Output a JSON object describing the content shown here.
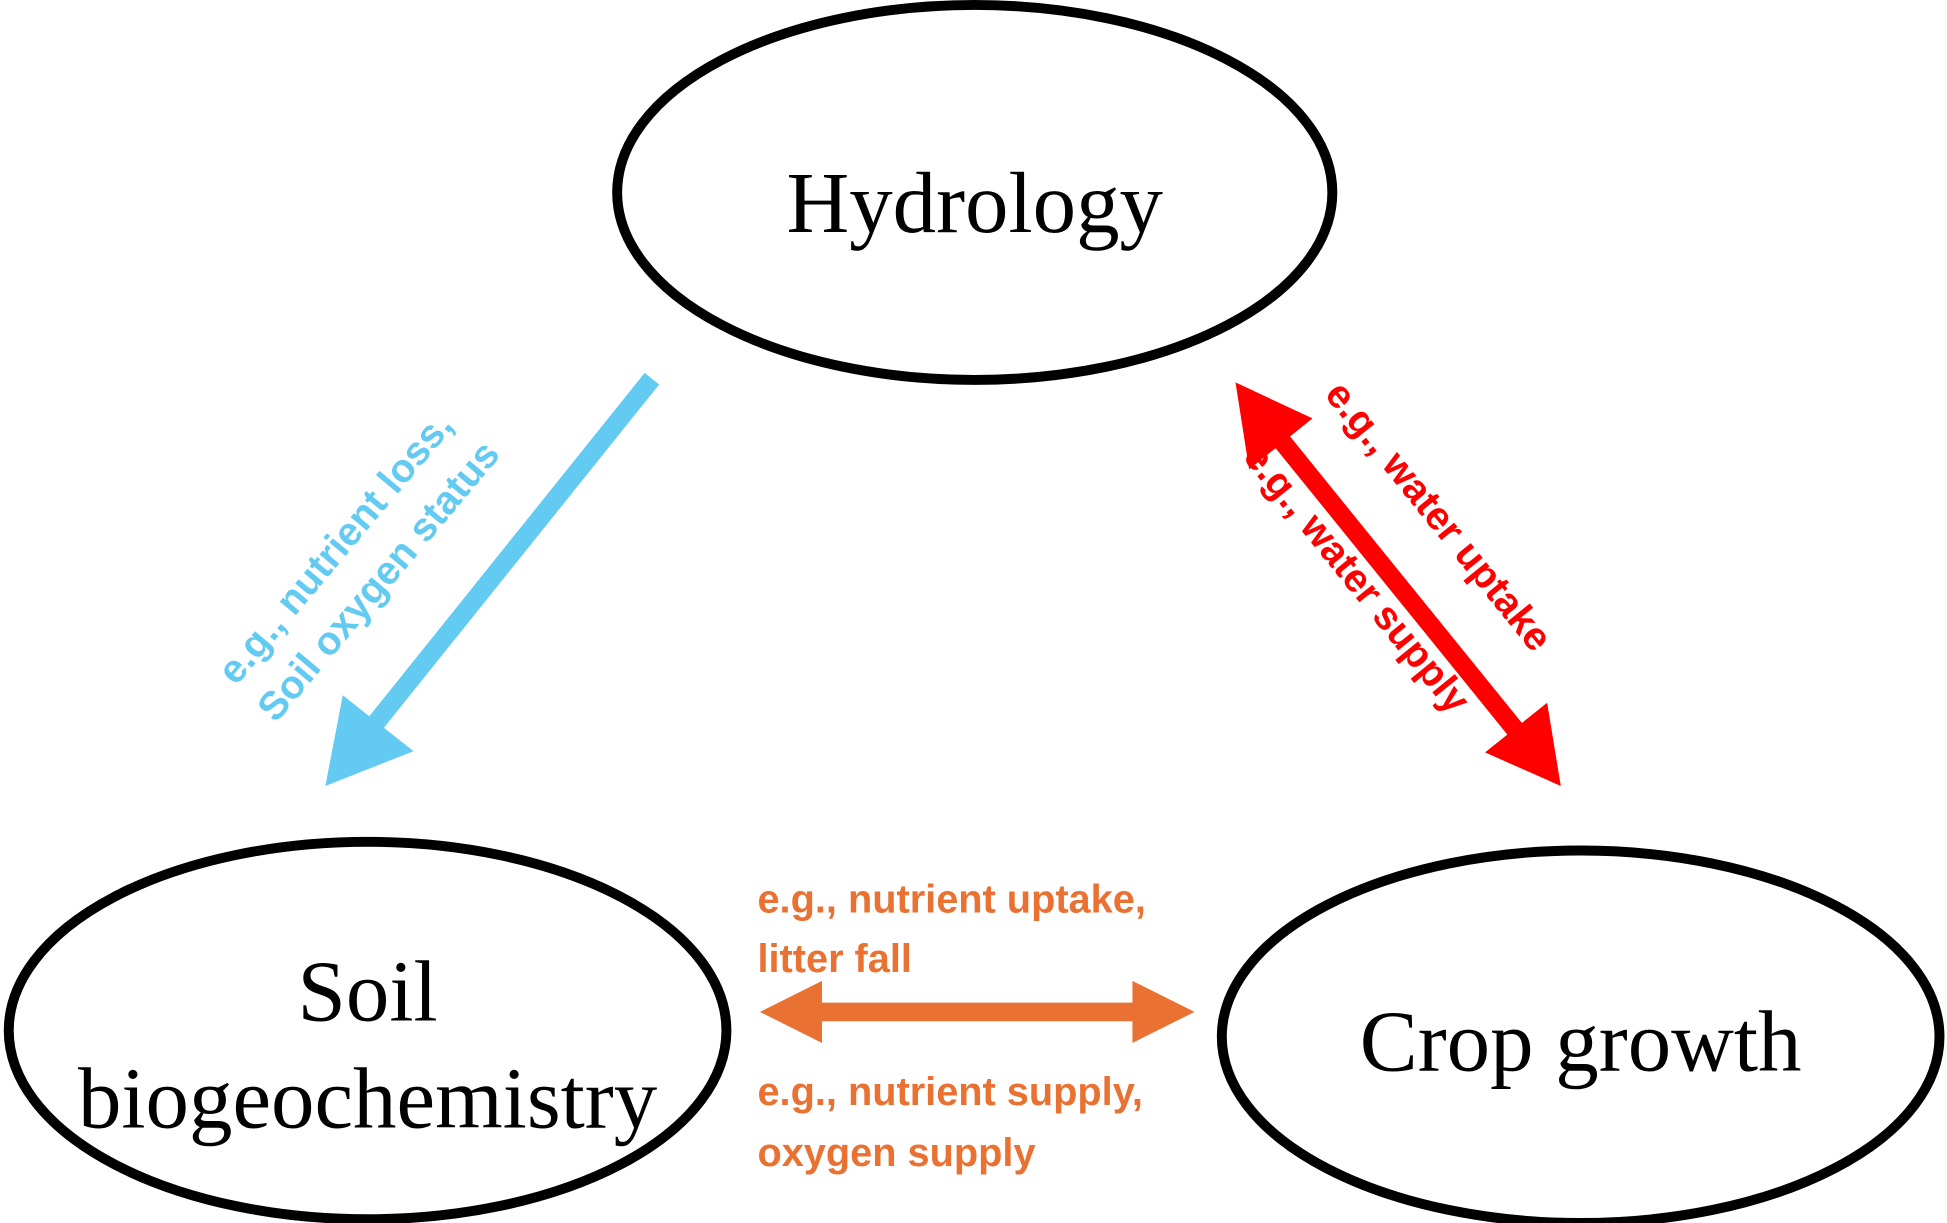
{
  "nodes": {
    "hydrology": "Hydrology",
    "soil_line1": "Soil",
    "soil_line2": "biogeochemistry",
    "crop": "Crop growth"
  },
  "links": {
    "hydrology_to_soil": {
      "line1": "e.g., nutrient loss,",
      "line2": "Soil oxygen status",
      "color": "#63CAF2"
    },
    "hydrology_crop": {
      "upper": "e.g., water uptake",
      "lower": "e.g., water supply",
      "color": "#FF0000"
    },
    "soil_crop": {
      "top_line1": "e.g., nutrient uptake,",
      "top_line2": "litter fall",
      "bottom_line1": "e.g., nutrient supply,",
      "bottom_line2": "oxygen supply",
      "color": "#E97132"
    }
  }
}
